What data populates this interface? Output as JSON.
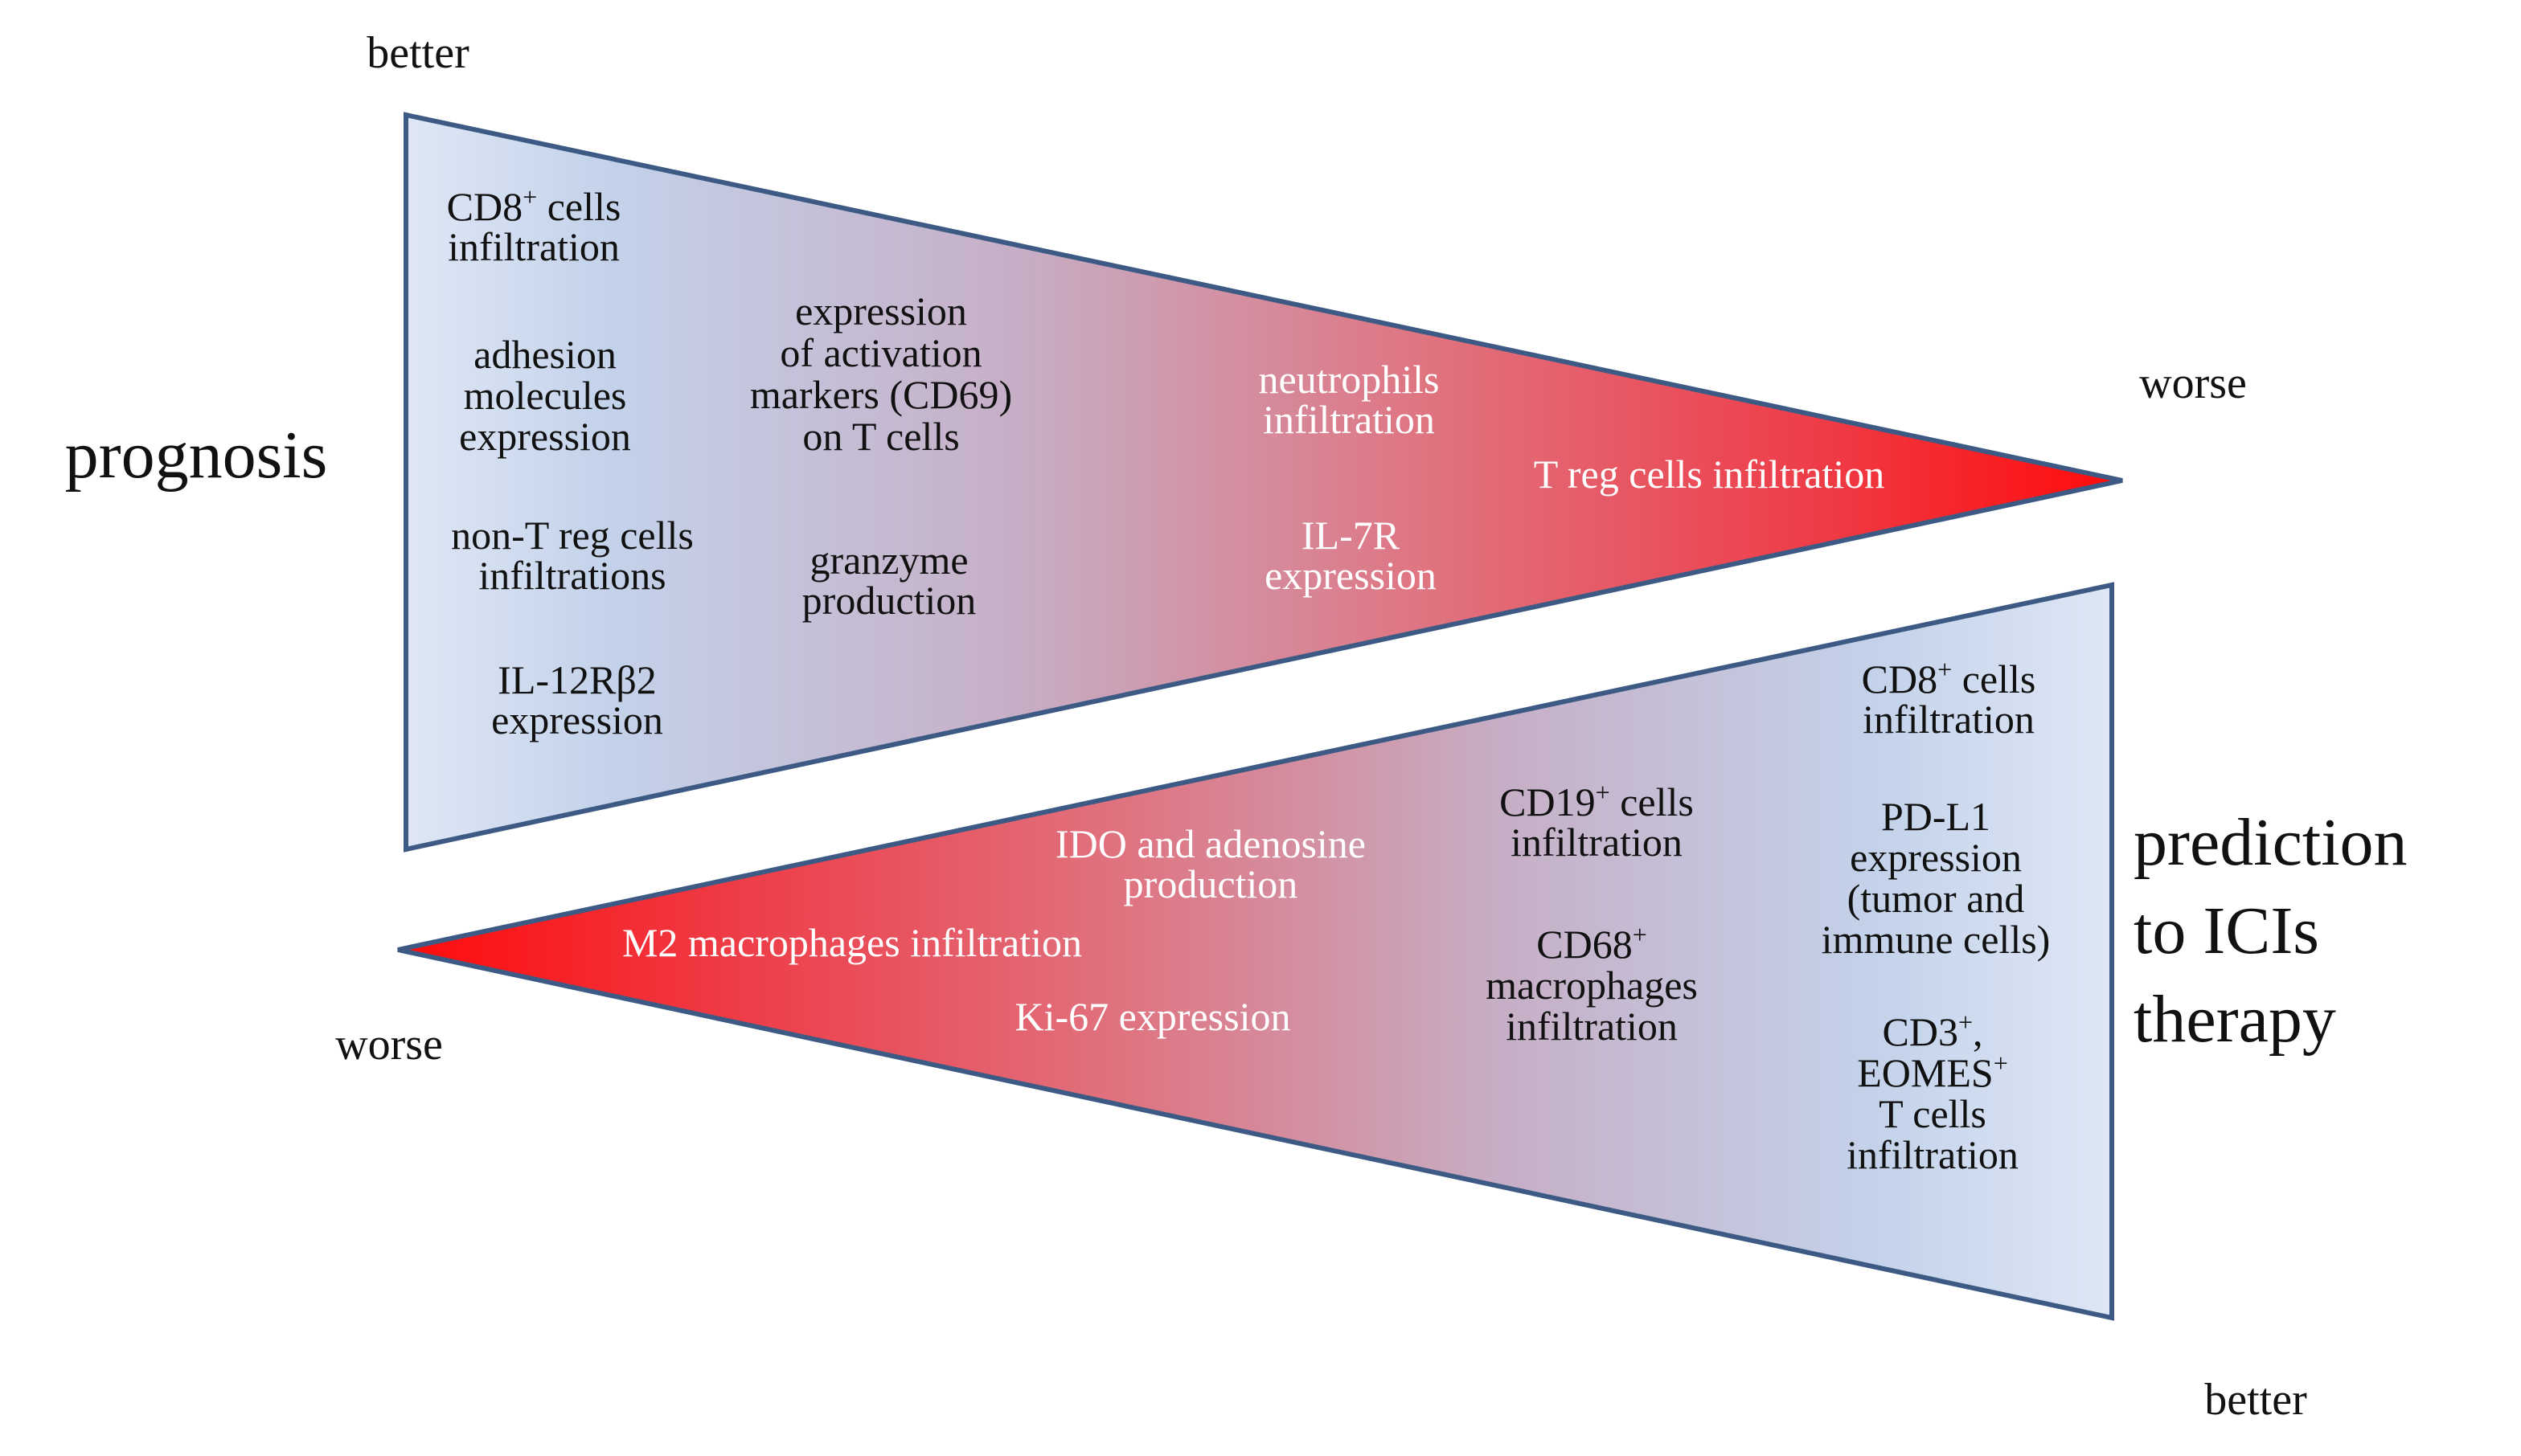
{
  "prognosis": {
    "label": "prognosis",
    "better": "better",
    "worse": "worse",
    "items": [
      {
        "key": "cd8",
        "lines": [
          {
            "text": "CD8",
            "sup": "+",
            "rest": " cells"
          },
          {
            "text": "infiltration"
          }
        ],
        "tone": "dark"
      },
      {
        "key": "adhesion",
        "lines": [
          {
            "text": "adhesion"
          },
          {
            "text": "molecules"
          },
          {
            "text": "expression"
          }
        ],
        "tone": "dark"
      },
      {
        "key": "non-treg",
        "lines": [
          {
            "text": "non-T reg cells"
          },
          {
            "text": "infiltrations"
          }
        ],
        "tone": "dark"
      },
      {
        "key": "il12",
        "lines": [
          {
            "text": "IL-12Rβ2"
          },
          {
            "text": "expression"
          }
        ],
        "tone": "dark"
      },
      {
        "key": "activation",
        "lines": [
          {
            "text": "expression"
          },
          {
            "text": "of activation"
          },
          {
            "text": "markers  (CD69)"
          },
          {
            "text": "on T cells"
          }
        ],
        "tone": "dark"
      },
      {
        "key": "granzyme",
        "lines": [
          {
            "text": "granzyme"
          },
          {
            "text": "production"
          }
        ],
        "tone": "dark"
      },
      {
        "key": "neutrophils",
        "lines": [
          {
            "text": "neutrophils"
          },
          {
            "text": "infiltration"
          }
        ],
        "tone": "light"
      },
      {
        "key": "il7r",
        "lines": [
          {
            "text": "IL-7R"
          },
          {
            "text": "expression"
          }
        ],
        "tone": "light"
      },
      {
        "key": "treg",
        "lines": [
          {
            "text": "T reg cells  infiltration"
          }
        ],
        "tone": "light"
      }
    ]
  },
  "prediction": {
    "label_lines": [
      "prediction",
      "to ICIs",
      "therapy"
    ],
    "better": "better",
    "worse": "worse",
    "items": [
      {
        "key": "m2",
        "lines": [
          {
            "text": "M2 macrophages infiltration"
          }
        ],
        "tone": "light"
      },
      {
        "key": "ido",
        "lines": [
          {
            "text": "IDO and adenosine"
          },
          {
            "text": "production"
          }
        ],
        "tone": "light"
      },
      {
        "key": "ki67",
        "lines": [
          {
            "text": "Ki-67  expression"
          }
        ],
        "tone": "light"
      },
      {
        "key": "cd19",
        "lines": [
          {
            "text": "CD19",
            "sup": "+",
            "rest": " cells"
          },
          {
            "text": "infiltration"
          }
        ],
        "tone": "dark"
      },
      {
        "key": "cd68",
        "lines": [
          {
            "text": "CD68",
            "sup": "+"
          },
          {
            "text": "macrophages"
          },
          {
            "text": "infiltration"
          }
        ],
        "tone": "dark"
      },
      {
        "key": "cd8b",
        "lines": [
          {
            "text": "CD8",
            "sup": "+",
            "rest": " cells"
          },
          {
            "text": "infiltration"
          }
        ],
        "tone": "dark"
      },
      {
        "key": "pdl1",
        "lines": [
          {
            "text": "PD-L1"
          },
          {
            "text": "expression"
          },
          {
            "text": "(tumor and"
          },
          {
            "text": "immune  cells)"
          }
        ],
        "tone": "dark"
      },
      {
        "key": "cd3",
        "lines": [
          {
            "text": "CD3",
            "sup": "+",
            "rest": ","
          },
          {
            "text": "EOMES",
            "sup": "+"
          },
          {
            "text": "T cells"
          },
          {
            "text": "infiltration"
          }
        ],
        "tone": "dark"
      }
    ]
  },
  "colors": {
    "better_end": "#d8e2f3",
    "mid": "#c6b8d0",
    "worse_end": "#ff0f0f",
    "outline": "#3d5a85"
  }
}
